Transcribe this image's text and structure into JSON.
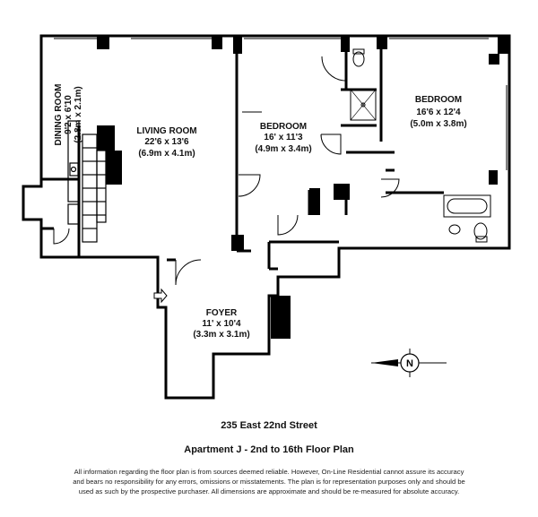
{
  "rooms": {
    "dining": {
      "name": "DINING ROOM",
      "dim_ft": "9'2 x 6'10",
      "dim_m": "(2.8m x 2.1m)"
    },
    "living": {
      "name": "LIVING ROOM",
      "dim_ft": "22'6 x 13'6",
      "dim_m": "(6.9m x 4.1m)"
    },
    "bedroom1": {
      "name": "BEDROOM",
      "dim_ft": "16' x 11'3",
      "dim_m": "(4.9m x 3.4m)"
    },
    "bedroom2": {
      "name": "BEDROOM",
      "dim_ft": "16'6 x 12'4",
      "dim_m": "(5.0m x 3.8m)"
    },
    "foyer": {
      "name": "FOYER",
      "dim_ft": "11' x 10'4",
      "dim_m": "(3.3m x 3.1m)"
    }
  },
  "compass": {
    "letter": "N"
  },
  "footer": {
    "address": "235 East 22nd Street",
    "apartment": "Apartment J - 2nd to 16th Floor Plan",
    "disclaimer_lines": [
      "All information regarding the floor plan is from sources deemed reliable.  However, On-Line Residential cannot assure its accuracy",
      "and bears no responsibility for any errors, omissions or misstatements.  The plan is for representation purposes only and should be",
      "used as such by the prospective purchaser.  All dimensions are approximate and should be re-measured for absolute accuracy."
    ]
  }
}
